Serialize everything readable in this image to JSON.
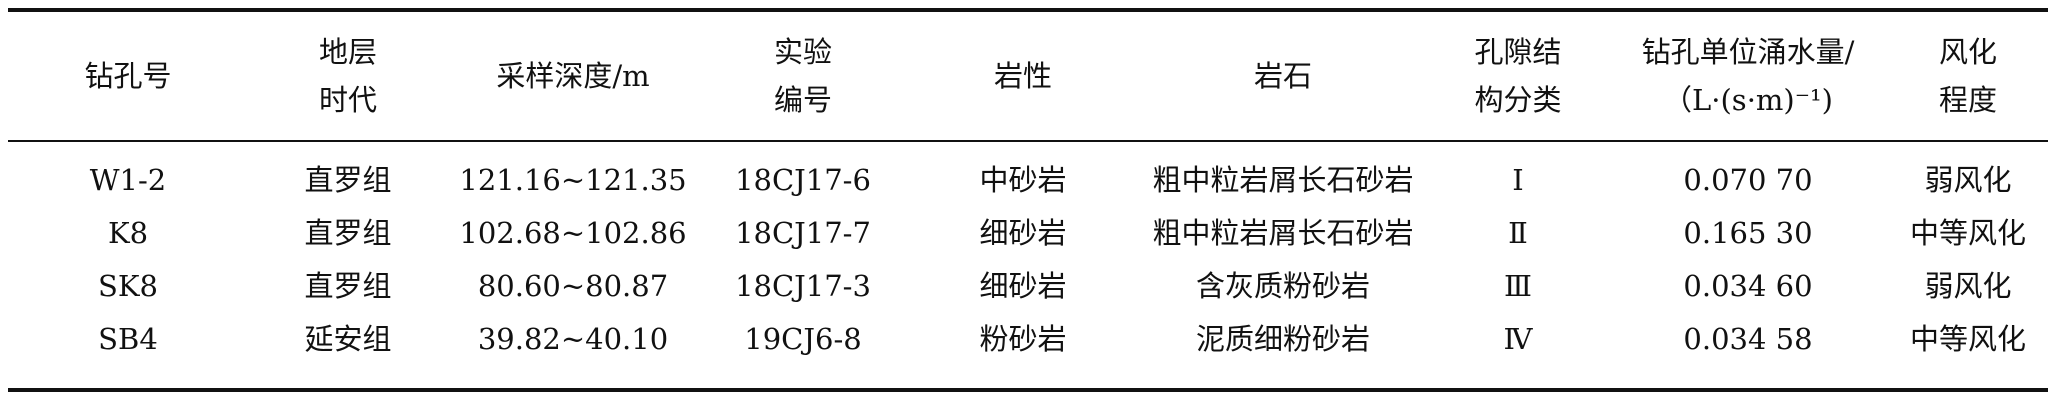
{
  "table": {
    "headers": [
      [
        "钻孔号"
      ],
      [
        "地层",
        "时代"
      ],
      [
        "采样深度/m"
      ],
      [
        "实验",
        "编号"
      ],
      [
        "岩性"
      ],
      [
        "岩石"
      ],
      [
        "孔隙结",
        "构分类"
      ],
      [
        "钻孔单位涌水量/",
        "（L·(s·m)⁻¹)"
      ],
      [
        "风化",
        "程度"
      ]
    ],
    "rows": [
      [
        "W1-2",
        "直罗组",
        "121.16~121.35",
        "18CJ17-6",
        "中砂岩",
        "粗中粒岩屑长石砂岩",
        "Ⅰ",
        "0.070 70",
        "弱风化"
      ],
      [
        "K8",
        "直罗组",
        "102.68~102.86",
        "18CJ17-7",
        "细砂岩",
        "粗中粒岩屑长石砂岩",
        "Ⅱ",
        "0.165 30",
        "中等风化"
      ],
      [
        "SK8",
        "直罗组",
        "80.60~80.87",
        "18CJ17-3",
        "细砂岩",
        "含灰质粉砂岩",
        "Ⅲ",
        "0.034 60",
        "弱风化"
      ],
      [
        "SB4",
        "延安组",
        "39.82~40.10",
        "19CJ6-8",
        "粉砂岩",
        "泥质细粉砂岩",
        "Ⅳ",
        "0.034 58",
        "中等风化"
      ]
    ]
  }
}
